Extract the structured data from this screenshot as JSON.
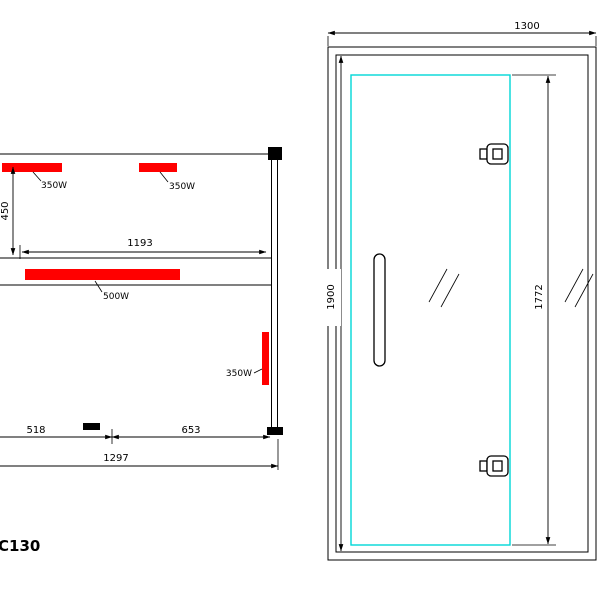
{
  "model": "C130",
  "section_view": {
    "labels": {
      "heater_top_left": "350W",
      "heater_top_right": "350W",
      "heater_bench": "500W",
      "heater_side": "350W"
    },
    "dims": {
      "height": "450",
      "inner_width": "1193",
      "seg_left": "518",
      "seg_right": "653",
      "total_width": "1297"
    }
  },
  "front_view": {
    "dims": {
      "width": "1300",
      "height": "1900",
      "glass_height": "1772"
    }
  },
  "colors": {
    "heater_red": "#ff0000",
    "glass_cyan": "#00d7d7",
    "line_black": "#000000",
    "background": "#ffffff"
  }
}
